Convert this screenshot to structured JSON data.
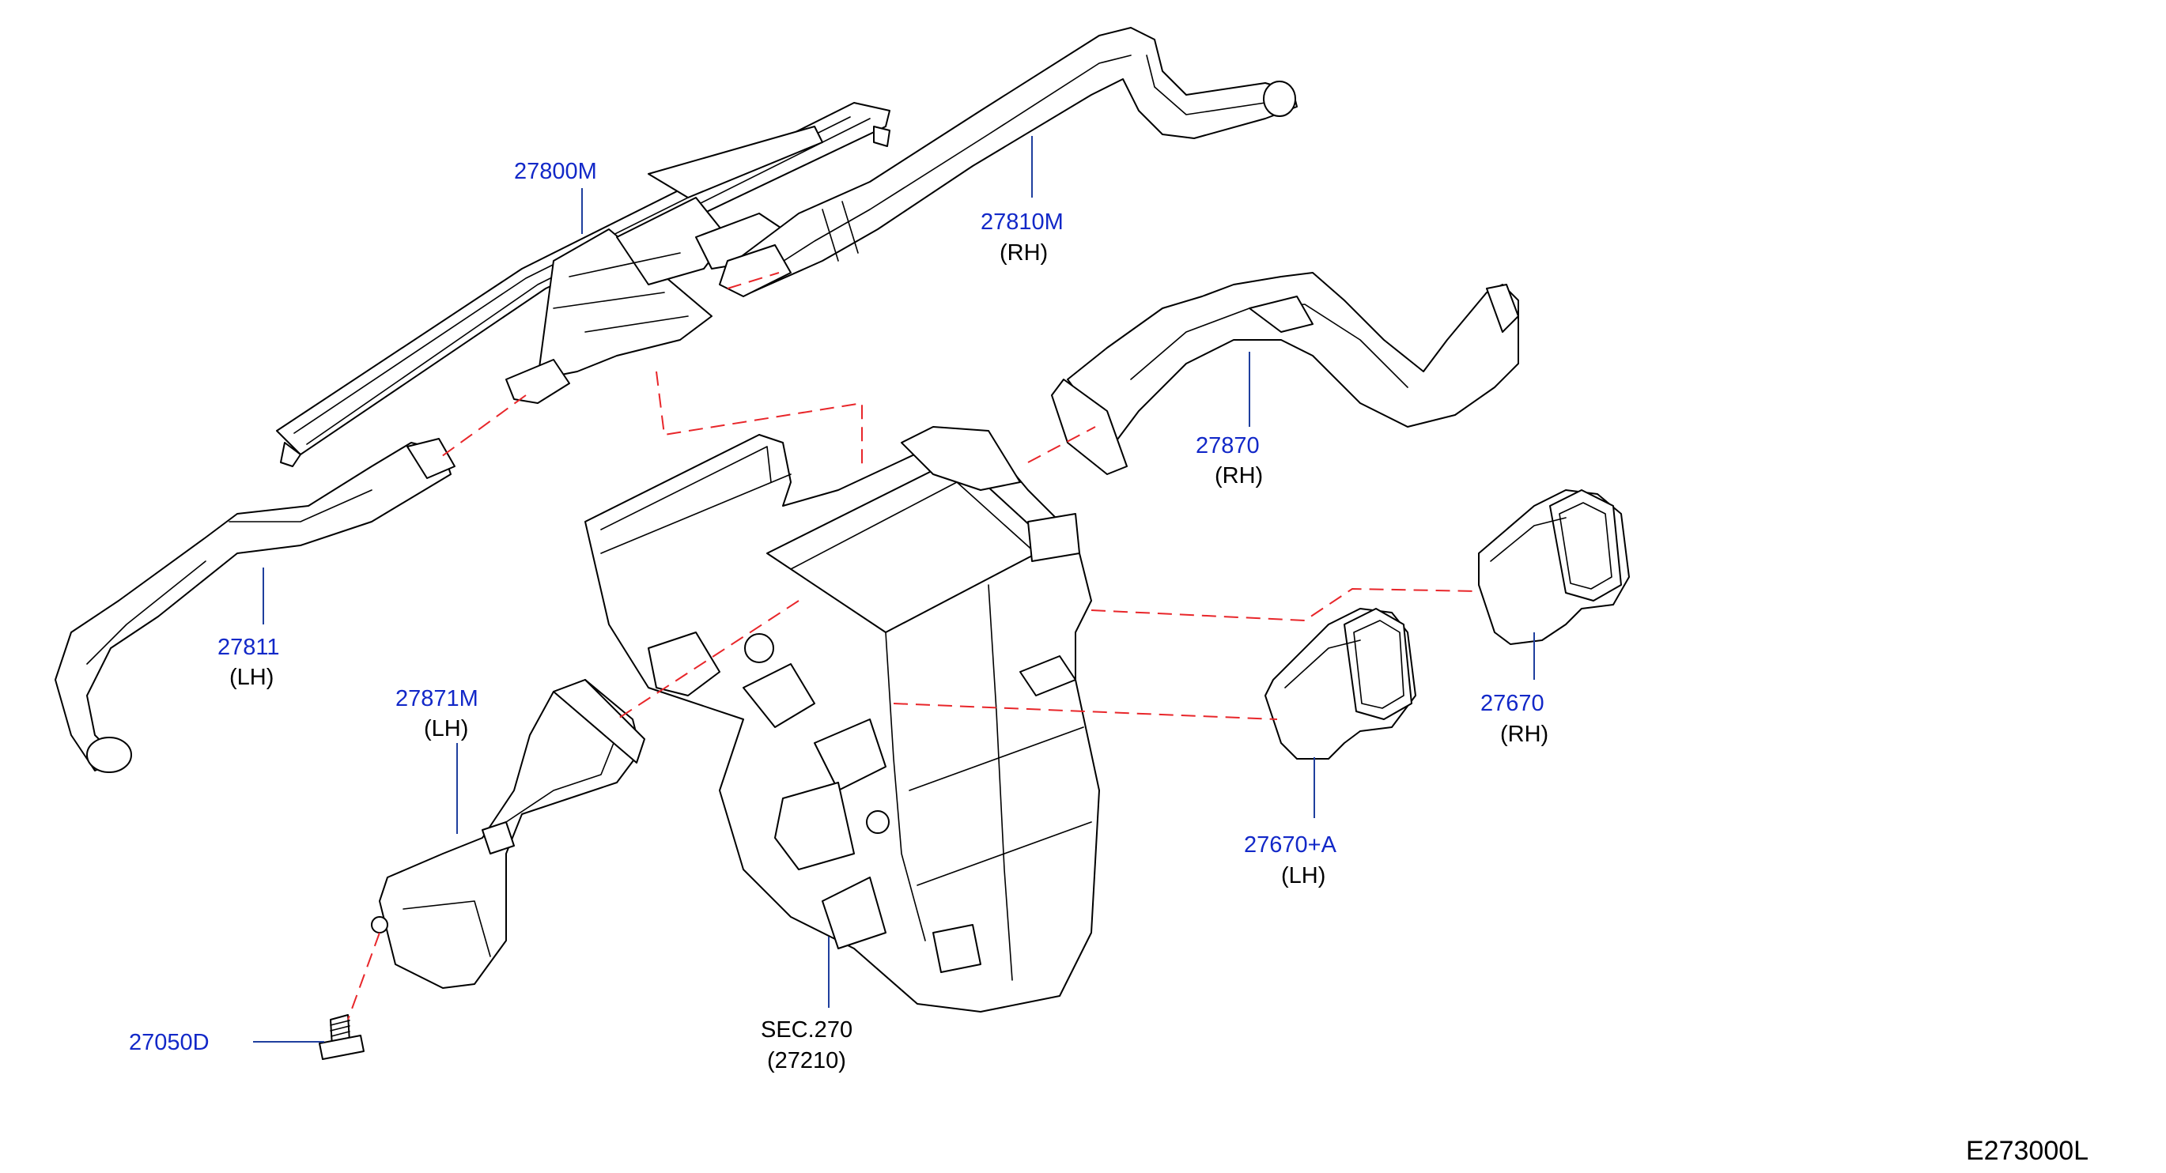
{
  "colors": {
    "part_number": "#1228c8",
    "label": "#000000",
    "leader_line": "#1f3f9e",
    "connection_dash": "#e8262a",
    "outline": "#000000",
    "background": "#ffffff"
  },
  "labels": {
    "p27800m": {
      "number": "27800M"
    },
    "p27810m": {
      "number": "27810M",
      "side": "(RH)"
    },
    "p27870": {
      "number": "27870",
      "side": "(RH)"
    },
    "p27811": {
      "number": "27811",
      "side": "(LH)"
    },
    "p27871m": {
      "number": "27871M",
      "side": "(LH)"
    },
    "p27670": {
      "number": "27670",
      "side": "(RH)"
    },
    "p27670a": {
      "number": "27670+A",
      "side": "(LH)"
    },
    "p27050d": {
      "number": "27050D"
    },
    "sec270": {
      "number": "SEC.270",
      "ref": "(27210)"
    }
  },
  "diagram_code": "E273000L"
}
